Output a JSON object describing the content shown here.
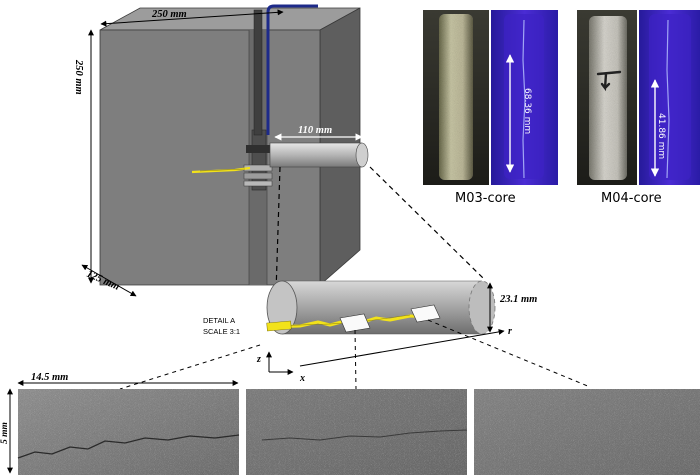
{
  "labels": {
    "block_width": "250 mm",
    "block_height": "250 mm",
    "block_depth": "125 mm",
    "borehole_length": "110 mm",
    "core_diameter": "23.1 mm",
    "strip_width": "14.5 mm",
    "strip_height": "5 mm",
    "detail_title": "DETAIL A",
    "detail_scale": "SCALE 3:1",
    "axis_z": "z",
    "axis_x": "x",
    "axis_r": "r"
  },
  "cores": [
    {
      "caption": "M03-core",
      "measure": "68.36 mm"
    },
    {
      "caption": "M04-core",
      "measure": "41.86 mm"
    }
  ],
  "colors": {
    "block_front": "#7b7b7b",
    "block_top": "#9a9a9a",
    "block_side": "#5c5c5c",
    "crack": "#f2e21a",
    "uv_background": "#3b1fb8",
    "tube": "#1d2a8a"
  }
}
